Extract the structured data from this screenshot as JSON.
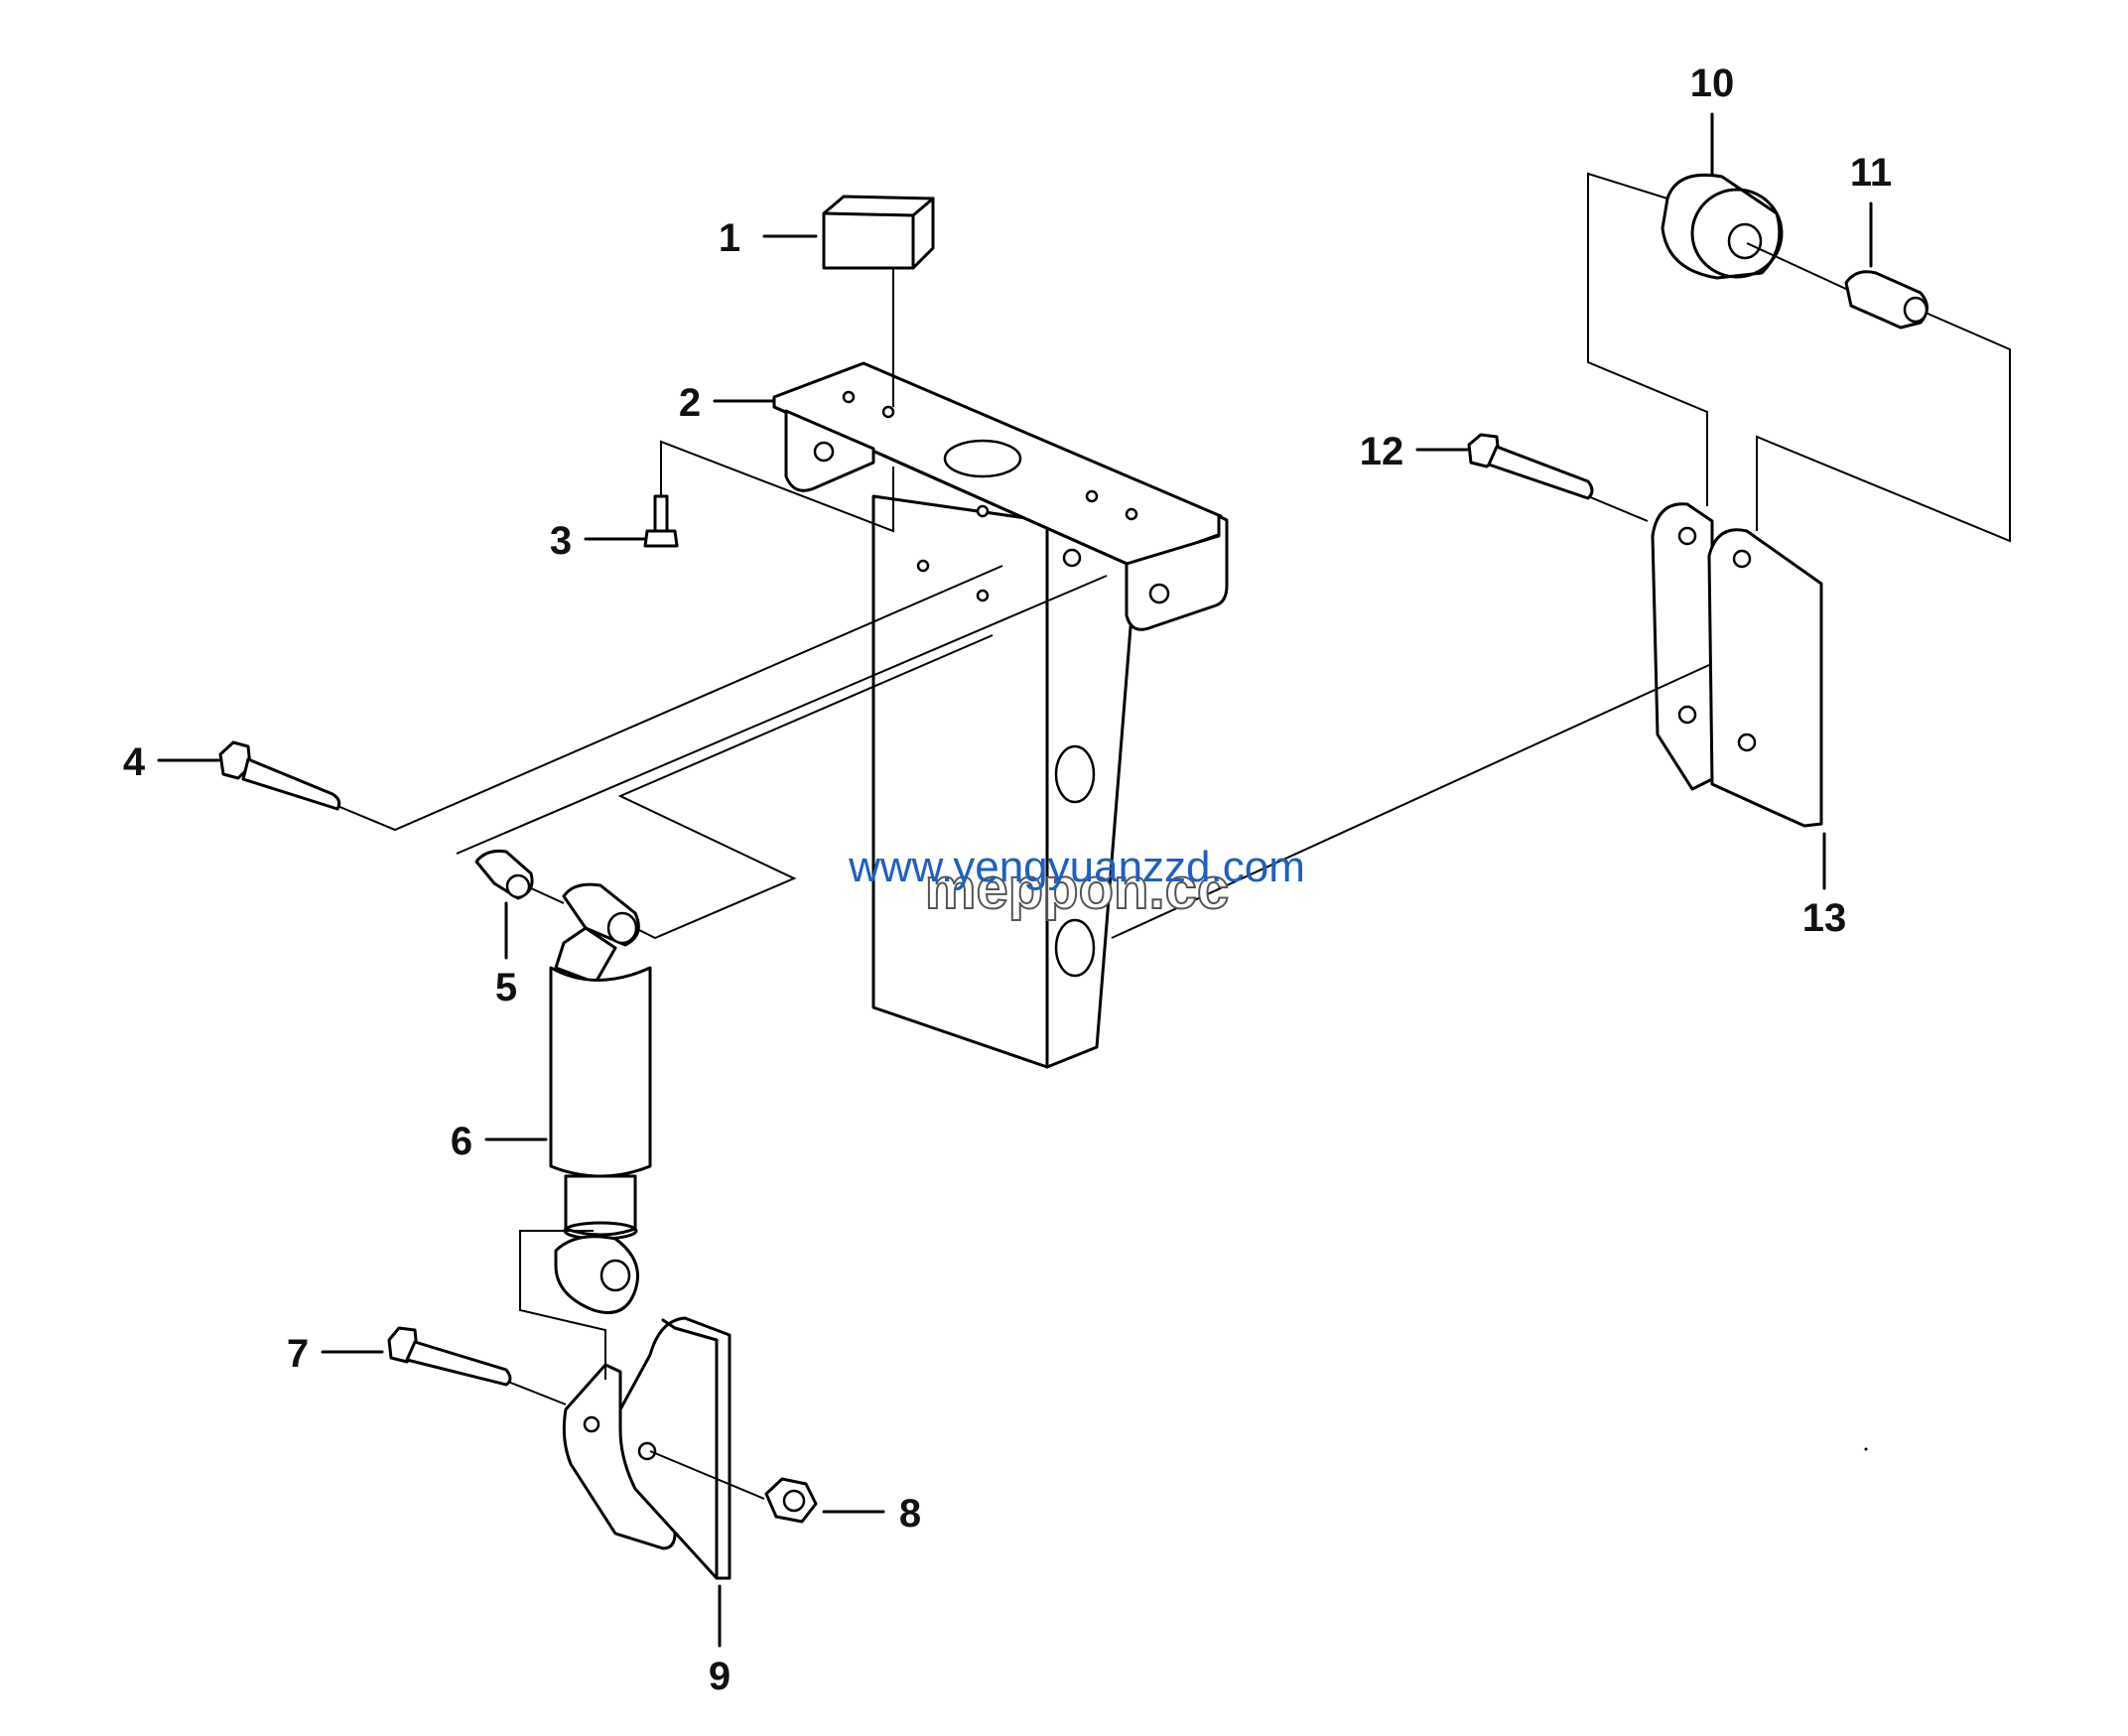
{
  "diagram": {
    "callouts": [
      {
        "id": "c1",
        "label": "1"
      },
      {
        "id": "c2",
        "label": "2"
      },
      {
        "id": "c3",
        "label": "3"
      },
      {
        "id": "c4",
        "label": "4"
      },
      {
        "id": "c5",
        "label": "5"
      },
      {
        "id": "c6",
        "label": "6"
      },
      {
        "id": "c7",
        "label": "7"
      },
      {
        "id": "c8",
        "label": "8"
      },
      {
        "id": "c9",
        "label": "9"
      },
      {
        "id": "c10",
        "label": "10"
      },
      {
        "id": "c11",
        "label": "11"
      },
      {
        "id": "c12",
        "label": "12"
      },
      {
        "id": "c13",
        "label": "13"
      }
    ],
    "watermark": {
      "url": "www.yengyuanzzd.com",
      "brand": "meppon.cc",
      "url_color": "#1f5fbf"
    },
    "line_color": "#000000",
    "background": "#ffffff"
  }
}
